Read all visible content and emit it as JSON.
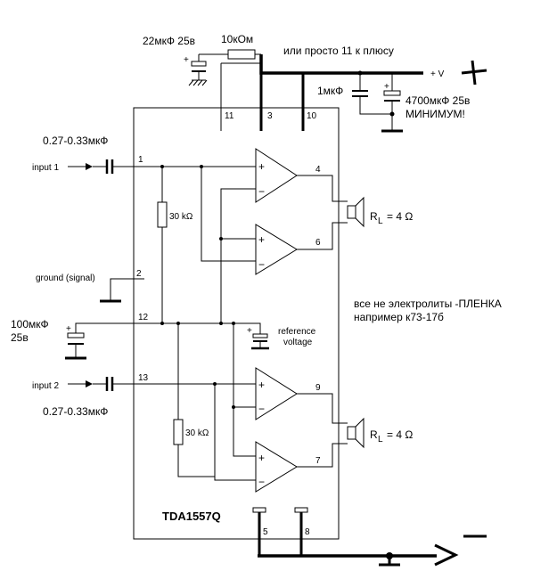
{
  "chip": {
    "name": "TDA1557Q"
  },
  "pins": {
    "p1": "1",
    "p2": "2",
    "p3": "3",
    "p4": "4",
    "p5": "5",
    "p6": "6",
    "p7": "7",
    "p8": "8",
    "p9": "9",
    "p10": "10",
    "p11": "11",
    "p12": "12",
    "p13": "13"
  },
  "components": {
    "cap_top": "22мкФ 25в",
    "res_top": "10кОм",
    "cap_1u": "1мкФ",
    "cap_4700": "4700мкФ 25в",
    "minimum": "МИНИМУМ!",
    "cap_in1": "0.27-0.33мкФ",
    "cap_in2": "0.27-0.33мкФ",
    "cap_100_val": "100мкФ",
    "cap_100_volt": "25в",
    "res_30k_top": "30 kΩ",
    "res_30k_bottom": "30 kΩ",
    "load_r": "R",
    "load_sub": "L",
    "load_val": "= 4 Ω"
  },
  "labels": {
    "input1": "input 1",
    "input2": "input 2",
    "ground_signal": "ground (signal)",
    "reference_line1": "reference",
    "reference_line2": "voltage",
    "vplus": "+ V",
    "note_pin11": "или просто 11 к плюсу",
    "note_film_line1": "все не электролиты -ПЛЕНКА",
    "note_film_line2": "например к73-17б",
    "plus_sign": "+",
    "minus_sign": "−"
  }
}
